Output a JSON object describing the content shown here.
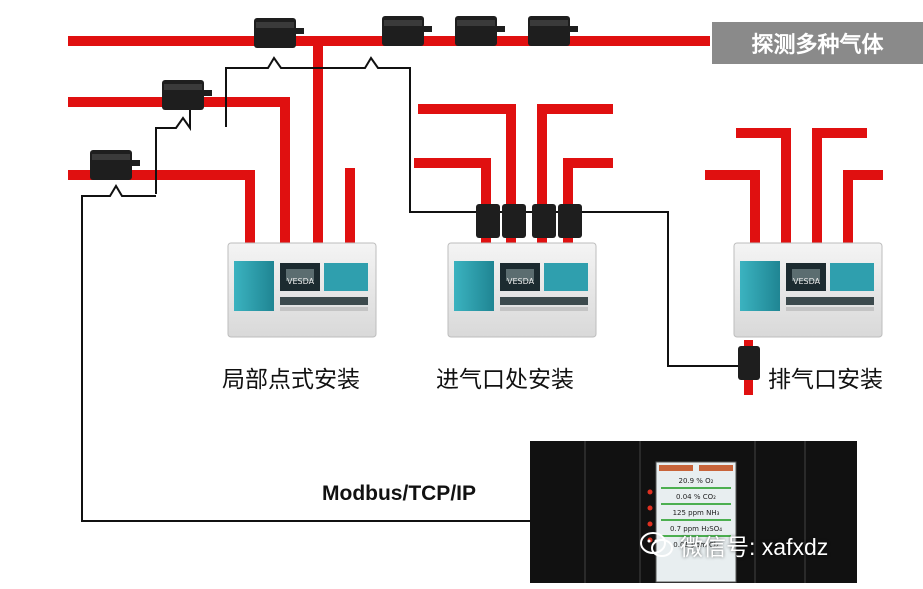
{
  "banner": "探测多种气体",
  "labels": {
    "local_point": "局部点式安装",
    "inlet": "进气口处安装",
    "outlet": "排气口安装"
  },
  "protocol": "Modbus/TCP/IP",
  "watermark": "微信号: xafxdz",
  "detector_logo": "VESDA",
  "screen_readings": [
    "20.9 % O₂",
    "0.04 % CO₂",
    "125 ppm NH₃",
    "0.7 ppm H₂SO₄",
    "0.01 ppm Cl₂"
  ],
  "colors": {
    "pipe": "#e01010",
    "banner_bg": "#8a8a8a",
    "detector_teal": "#2f9fae",
    "controller": "#111111"
  },
  "icons": [
    "wechat-icon"
  ]
}
